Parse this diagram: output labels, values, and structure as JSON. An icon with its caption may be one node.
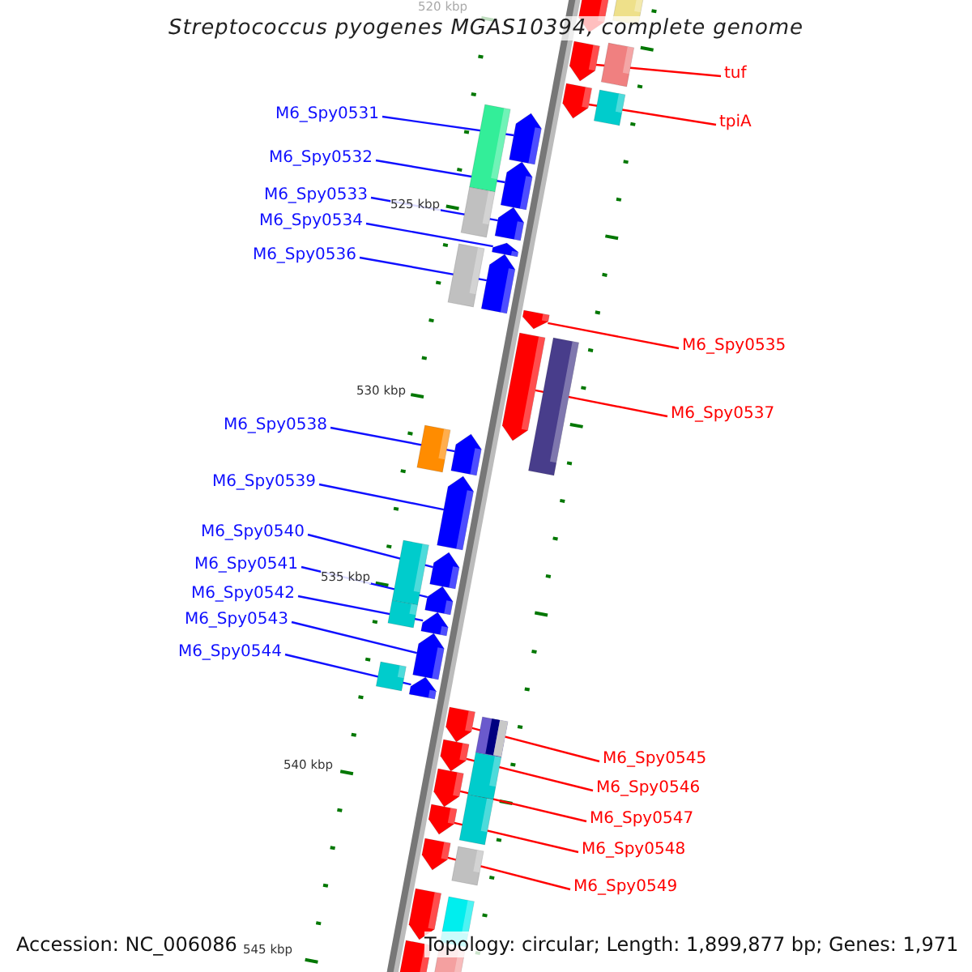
{
  "diagram": {
    "title": "Streptococcus pyogenes MGAS10394, complete genome",
    "nodes": [
      {
        "text": [
          "tuf"
        ]
      },
      {
        "text": [
          "M6_Spy0531"
        ]
      },
      {
        "text": [
          "tpiA"
        ]
      },
      {
        "text": [
          "M6_Spy0532"
        ]
      },
      {
        "text": [
          "M6_Spy0533"
        ]
      },
      {
        "text": [
          "M6_Spy0534"
        ]
      },
      {
        "text": [
          "M6_Spy0536"
        ]
      },
      {
        "text": [
          "M6_Spy0535"
        ]
      },
      {
        "text": [
          "M6_Spy0537"
        ]
      },
      {
        "text": [
          "M6_Spy0538"
        ]
      },
      {
        "text": [
          "M6_Spy0539"
        ]
      },
      {
        "text": [
          "M6_Spy0540"
        ]
      },
      {
        "text": [
          "M6_Spy0541"
        ]
      },
      {
        "text": [
          "M6_Spy0542"
        ]
      },
      {
        "text": [
          "M6_Spy0543"
        ]
      },
      {
        "text": [
          "M6_Spy0544"
        ]
      },
      {
        "text": [
          "M6_Spy0545"
        ]
      },
      {
        "text": [
          "M6_Spy0546"
        ]
      },
      {
        "text": [
          "M6_Spy0547"
        ]
      },
      {
        "text": [
          "M6_Spy0548"
        ]
      },
      {
        "text": [
          "M6_Spy0549"
        ]
      },
      {
        "text": [],
        "shape": "bar"
      },
      {
        "text": [],
        "shape": "bar"
      },
      {
        "text": [],
        "shape": "bar"
      },
      {
        "text": [],
        "shape": "bar"
      },
      {
        "text": [],
        "shape": "bar"
      },
      {
        "text": [],
        "shape": "bar"
      },
      {
        "text": [],
        "shape": "bar"
      },
      {
        "text": [],
        "shape": "bar"
      },
      {
        "text": [],
        "shape": "bar"
      },
      {
        "text": [],
        "shape": "bar"
      },
      {
        "text": [],
        "shape": "bar"
      },
      {
        "text": [],
        "shape": "bar"
      },
      {
        "text": [],
        "shape": "bar"
      },
      {
        "text": [],
        "shape": "bar"
      },
      {
        "text": [],
        "shape": "bar"
      },
      {
        "text": [],
        "shape": "bar"
      },
      {
        "text": [],
        "shape": "bar"
      },
      {
        "text": [],
        "shape": "bar"
      },
      {
        "text": [],
        "shape": "bar"
      },
      {
        "text": [],
        "shape": "bar"
      },
      {
        "text": [],
        "shape": "bar"
      },
      {
        "text": [],
        "shape": "bar"
      },
      {
        "text": [],
        "shape": "bar"
      },
      {
        "text": [],
        "shape": "bar"
      }
    ],
    "edges": [
      {
        "from": 0,
        "to": 21,
        "arrow": "none",
        "color": "#ff0000"
      },
      {
        "from": 1,
        "to": 22,
        "arrow": "none"
      },
      {
        "from": 2,
        "to": 23,
        "arrow": "none",
        "color": "#ff0000"
      },
      {
        "from": 3,
        "to": 24,
        "arrow": "none"
      },
      {
        "from": 4,
        "to": 25,
        "arrow": "none"
      },
      {
        "from": 5,
        "to": 26,
        "arrow": "none"
      },
      {
        "from": 6,
        "to": 27,
        "arrow": "none"
      },
      {
        "from": 7,
        "to": 28,
        "arrow": "none",
        "color": "#ff0000"
      },
      {
        "from": 8,
        "to": 29,
        "arrow": "none",
        "color": "#ff0000"
      },
      {
        "from": 9,
        "to": 30,
        "arrow": "none"
      },
      {
        "from": 10,
        "to": 31,
        "arrow": "none"
      },
      {
        "from": 11,
        "to": 32,
        "arrow": "none"
      },
      {
        "from": 12,
        "to": 33,
        "arrow": "none"
      },
      {
        "from": 13,
        "to": 34,
        "arrow": "none"
      },
      {
        "from": 14,
        "to": 35,
        "arrow": "none"
      },
      {
        "from": 15,
        "to": 36,
        "arrow": "none"
      },
      {
        "from": 16,
        "to": 37,
        "arrow": "none",
        "color": "#ff0000"
      },
      {
        "from": 17,
        "to": 38,
        "arrow": "none",
        "color": "#ff0000"
      },
      {
        "from": 18,
        "to": 39,
        "arrow": "none",
        "color": "#ff0000"
      },
      {
        "from": 19,
        "to": 40,
        "arrow": "none",
        "color": "#ff0000"
      },
      {
        "from": 20,
        "to": 41,
        "arrow": "none",
        "color": "#ff0000"
      }
    ],
    "labels": [
      "520 kbp",
      "525 kbp",
      "530 kbp",
      "535 kbp",
      "540 kbp",
      "545 kbp",
      "Accession: NC_006086",
      "Topology: circular; Length: 1,899,877 bp; Genes: 1,971"
    ]
  }
}
